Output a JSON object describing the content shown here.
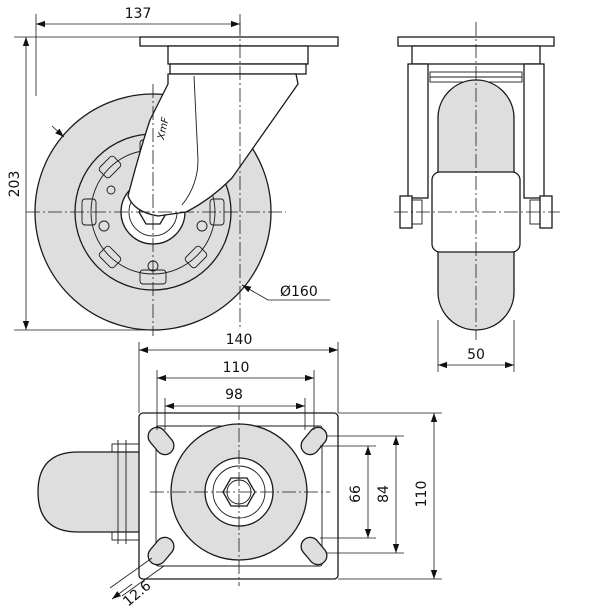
{
  "brand_mark": "XmF",
  "dimensions": {
    "top_width": "137",
    "height": "203",
    "wheel_diameter": "Ø160",
    "wheel_width": "50",
    "plate_width": "140",
    "bolt_spacing_outer": "110",
    "bolt_spacing_inner": "98",
    "vertical_66": "66",
    "vertical_84": "84",
    "vertical_110": "110",
    "slot_width": "12.6"
  }
}
